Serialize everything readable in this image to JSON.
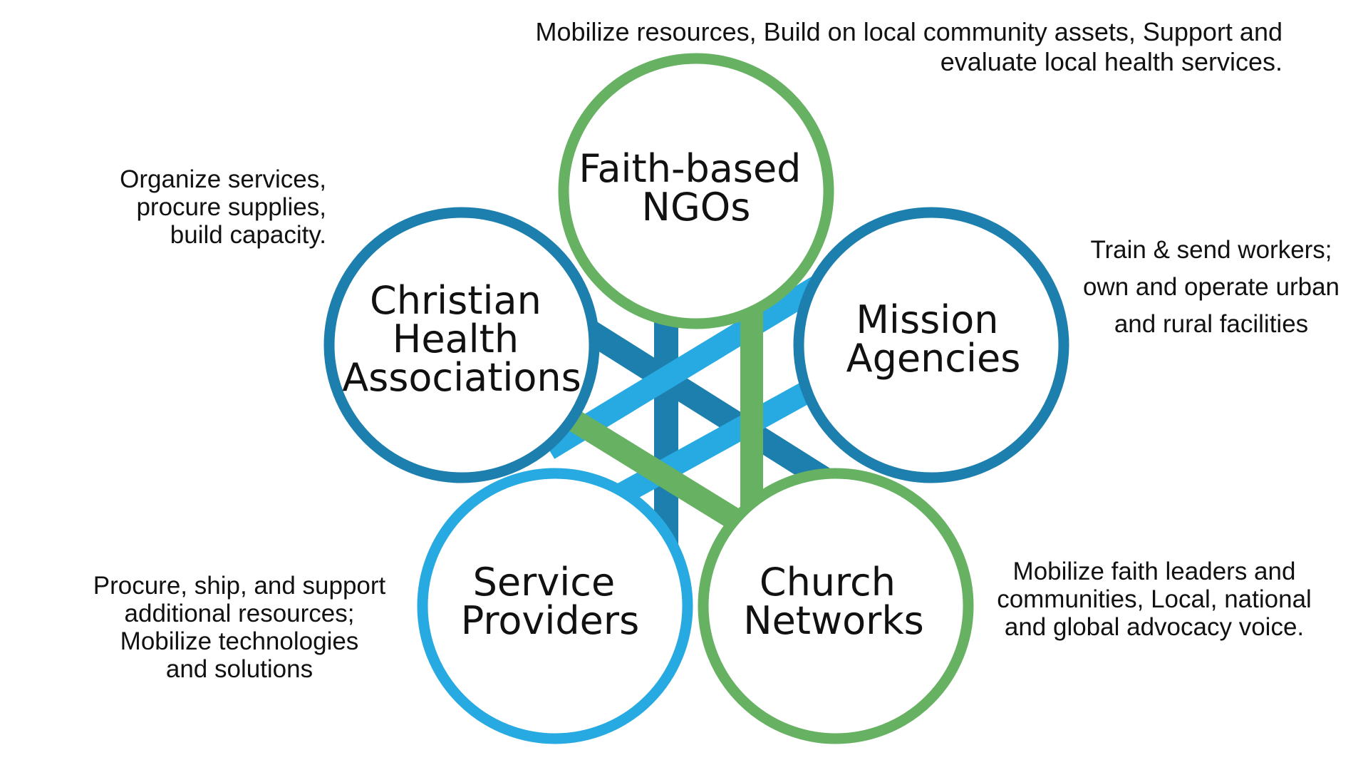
{
  "colors": {
    "dark_blue": "#1d7fae",
    "light_blue": "#27aae2",
    "green": "#67b163",
    "text": "#111111",
    "circle_fill": "#ffffff"
  },
  "nodes": {
    "faith_based_ngos": {
      "label_lines": [
        "Faith-based",
        "NGOs"
      ],
      "ring_color": "green"
    },
    "christian_health_associations": {
      "label_lines": [
        "Christian",
        "Health",
        "Associations"
      ],
      "ring_color": "dark_blue"
    },
    "mission_agencies": {
      "label_lines": [
        "Mission",
        "Agencies"
      ],
      "ring_color": "dark_blue"
    },
    "service_providers": {
      "label_lines": [
        "Service",
        "Providers"
      ],
      "ring_color": "light_blue"
    },
    "church_networks": {
      "label_lines": [
        "Church",
        "Networks"
      ],
      "ring_color": "green"
    }
  },
  "descriptions": {
    "faith_based_ngos": {
      "lines": [
        "Mobilize resources, Build on local community assets, Support and",
        "evaluate local health services."
      ]
    },
    "christian_health_associations": {
      "lines": [
        "Organize services,",
        "procure supplies,",
        "build capacity."
      ]
    },
    "mission_agencies": {
      "lines": [
        "Train & send workers;",
        "own and operate urban",
        "and rural facilities"
      ]
    },
    "service_providers": {
      "lines": [
        "Procure, ship, and support",
        "additional resources;",
        "Mobilize technologies",
        "and solutions"
      ]
    },
    "church_networks": {
      "lines": [
        "Mobilize faith leaders and",
        "communities, Local, national",
        "and global advocacy voice."
      ]
    }
  }
}
